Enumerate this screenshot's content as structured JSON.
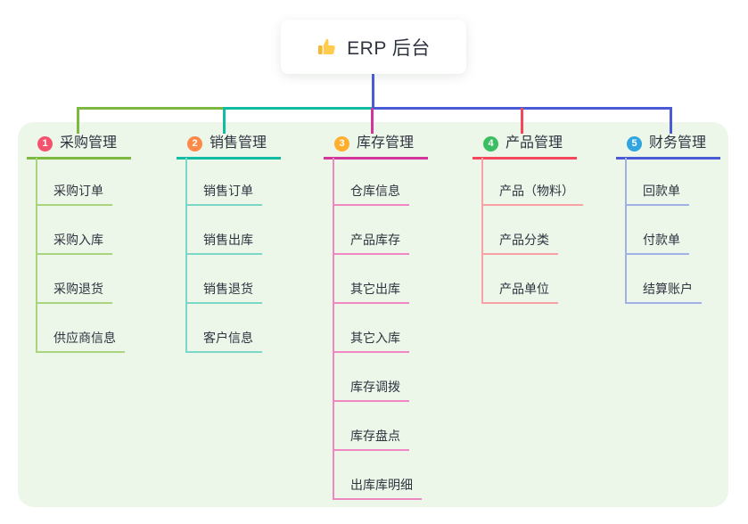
{
  "root": {
    "title": "ERP 后台",
    "icon": "thumbs-up-icon"
  },
  "canvas": {
    "background": "#ffffff",
    "panel_background": "#EDF7E9"
  },
  "connector": {
    "root_stem_color": "#4A5BD6"
  },
  "branches": [
    {
      "badge": "1",
      "label": "采购管理",
      "colors": {
        "badge": "#F4536E",
        "line": "#7CB93E",
        "line_light": "#A9D57E"
      },
      "children": [
        "采购订单",
        "采购入库",
        "采购退货",
        "供应商信息"
      ]
    },
    {
      "badge": "2",
      "label": "销售管理",
      "colors": {
        "badge": "#FB8A48",
        "line": "#12BCA2",
        "line_light": "#7BD7C8"
      },
      "children": [
        "销售订单",
        "销售出库",
        "销售退货",
        "客户信息"
      ]
    },
    {
      "badge": "3",
      "label": "库存管理",
      "colors": {
        "badge": "#FFAE2E",
        "line": "#D3369B",
        "line_light": "#EF87C2"
      },
      "children": [
        "仓库信息",
        "产品库存",
        "其它出库",
        "其它入库",
        "库存调拨",
        "库存盘点",
        "出库库明细"
      ]
    },
    {
      "badge": "4",
      "label": "产品管理",
      "colors": {
        "badge": "#3BBD61",
        "line": "#F4475C",
        "line_light": "#F8A2A6"
      },
      "children": [
        "产品（物料）",
        "产品分类",
        "产品单位"
      ]
    },
    {
      "badge": "5",
      "label": "财务管理",
      "colors": {
        "badge": "#31A5DF",
        "line": "#4A5BD6",
        "line_light": "#9FB1E5"
      },
      "children": [
        "回款单",
        "付款单",
        "结算账户"
      ]
    }
  ]
}
